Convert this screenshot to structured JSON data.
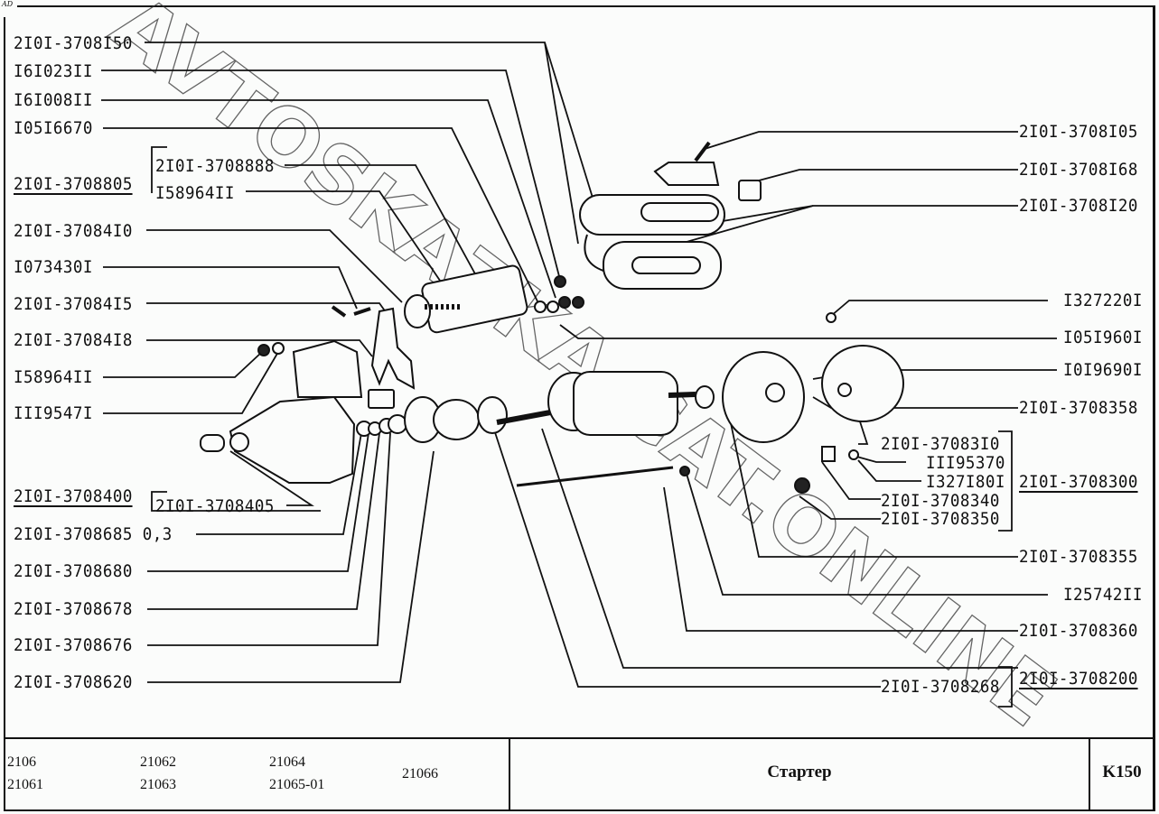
{
  "corner_mark": "AD",
  "watermark": "AVTOSKAZKA.CAT.ONLINE",
  "labels_left": [
    {
      "id": "2101-3708150",
      "text": "2I0I-3708I50"
    },
    {
      "id": "16102311",
      "text": "I6I023II"
    },
    {
      "id": "16100811",
      "text": "I6I008II"
    },
    {
      "id": "10516670",
      "text": "I05I6670"
    },
    {
      "id": "2101-3708805",
      "text": "2I0I-3708805"
    },
    {
      "id": "2101-3708888",
      "text": "2I0I-3708888"
    },
    {
      "id": "15896411",
      "text": "I58964II"
    },
    {
      "id": "2101-3708410",
      "text": "2I0I-37084I0"
    },
    {
      "id": "10734301",
      "text": "I073430I"
    },
    {
      "id": "2101-3708415",
      "text": "2I0I-37084I5"
    },
    {
      "id": "2101-3708418",
      "text": "2I0I-37084I8"
    },
    {
      "id": "15896411b",
      "text": "I58964II"
    },
    {
      "id": "11195471",
      "text": "III9547I"
    },
    {
      "id": "2101-3708400",
      "text": "2I0I-3708400"
    },
    {
      "id": "2101-3708405",
      "text": "2I0I-3708405"
    },
    {
      "id": "2101-3708685",
      "text": "2I0I-3708685 0,3"
    },
    {
      "id": "2101-3708680",
      "text": "2I0I-3708680"
    },
    {
      "id": "2101-3708678",
      "text": "2I0I-3708678"
    },
    {
      "id": "2101-3708676",
      "text": "2I0I-3708676"
    },
    {
      "id": "2101-3708620",
      "text": "2I0I-3708620"
    }
  ],
  "labels_right": [
    {
      "id": "2101-3708105",
      "text": "2I0I-3708I05"
    },
    {
      "id": "2101-3708168",
      "text": "2I0I-3708I68"
    },
    {
      "id": "2101-3708120",
      "text": "2I0I-3708I20"
    },
    {
      "id": "13272201",
      "text": "I327220I"
    },
    {
      "id": "10519601",
      "text": "I05I960I"
    },
    {
      "id": "10196901",
      "text": "I0I9690I"
    },
    {
      "id": "2101-3708358",
      "text": "2I0I-3708358"
    },
    {
      "id": "2101-3708310",
      "text": "2I0I-37083I0"
    },
    {
      "id": "11195370",
      "text": "III95370"
    },
    {
      "id": "13271801",
      "text": "I327I80I"
    },
    {
      "id": "2101-3708300",
      "text": "2I0I-3708300"
    },
    {
      "id": "2101-3708340",
      "text": "2I0I-3708340"
    },
    {
      "id": "2101-3708350",
      "text": "2I0I-3708350"
    },
    {
      "id": "2101-3708355",
      "text": "2I0I-3708355"
    },
    {
      "id": "12574211",
      "text": "I25742II"
    },
    {
      "id": "2101-3708360",
      "text": "2I0I-3708360"
    },
    {
      "id": "2101-3708268",
      "text": "2I0I-3708268"
    },
    {
      "id": "2101-3708200",
      "text": "2I0I-3708200"
    }
  ],
  "title_block": {
    "models": [
      "2106",
      "21061",
      "21062",
      "21063",
      "21064",
      "21065-01",
      "21066"
    ],
    "title": "Стартер",
    "sheet": "K150"
  }
}
